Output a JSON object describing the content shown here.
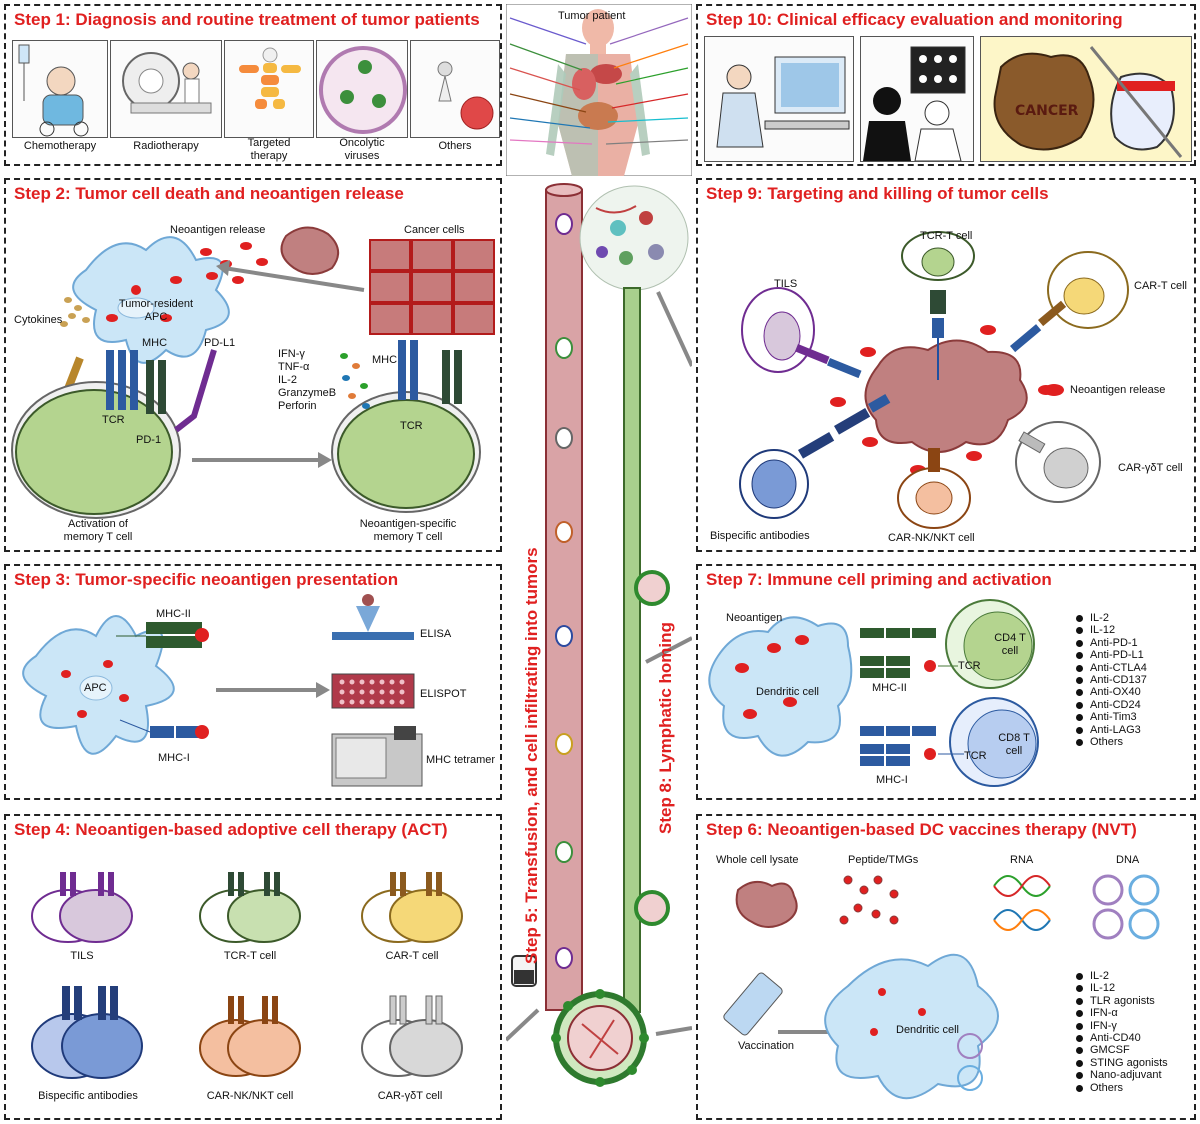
{
  "steps": {
    "s1": "Step 1: Diagnosis and routine treatment of tumor patients",
    "s2": "Step 2: Tumor cell death and neoantigen release",
    "s3": "Step 3: Tumor-specific neoantigen presentation",
    "s4": "Step 4: Neoantigen-based adoptive cell therapy (ACT)",
    "s5": "Step 5: Transfusion, and cell infiltrating into tumors",
    "s6": "Step 6: Neoantigen-based DC vaccines therapy (NVT)",
    "s7": "Step 7: Immune cell priming and activation",
    "s8": "Step 8: Lymphatic homing",
    "s9": "Step 9: Targeting and killing of tumor cells",
    "s10": "Step 10: Clinical efficacy evaluation and monitoring"
  },
  "step1": {
    "treatments": [
      "Chemotherapy",
      "Radiotherapy",
      "Targeted\ntherapy",
      "Oncolytic\nviruses",
      "Others"
    ]
  },
  "center": {
    "tumor_patient": "Tumor patient"
  },
  "step2": {
    "neoantigen_release": "Neoantigen release",
    "cancer_cells": "Cancer cells",
    "tumor_resident_apc": "Tumor-resident\nAPC",
    "cytokines": "Cytokines",
    "mhc_left": "MHC",
    "pdl1": "PD-L1",
    "tcr_left": "TCR",
    "pd1": "PD-1",
    "cytokine_list": "IFN-γ\nTNF-α\nIL-2\nGranzymeB\nPerforin",
    "mhc_right": "MHC",
    "tcr_right": "TCR",
    "activation": "Activation of\nmemory T cell",
    "neo_memory": "Neoantigen-specific\nmemory T cell"
  },
  "step3": {
    "mhc2": "MHC-II",
    "mhc1": "MHC-I",
    "apc": "APC",
    "elisa": "ELISA",
    "elispot": "ELISPOT",
    "tetramer": "MHC tetramer"
  },
  "step4": {
    "cells": [
      "TILS",
      "TCR-T cell",
      "CAR-T cell",
      "Bispecific antibodies",
      "CAR-NK/NKT cell",
      "CAR-γδT cell"
    ]
  },
  "step6": {
    "types": [
      "Whole cell lysate",
      "Peptide/TMGs",
      "RNA",
      "DNA"
    ],
    "vaccination": "Vaccination",
    "dc": "Dendritic cell",
    "adjuvants": [
      "IL-2",
      "IL-12",
      "TLR agonists",
      "IFN-α",
      "IFN-γ",
      "Anti-CD40",
      "GMCSF",
      "STING agonists",
      "Nano-adjuvant",
      "Others"
    ]
  },
  "step7": {
    "neoantigen": "Neoantigen",
    "dc": "Dendritic cell",
    "mhc2": "MHC-II",
    "mhc1": "MHC-I",
    "cd4": "CD4 T\ncell",
    "cd8": "CD8 T\ncell",
    "tcr1": "TCR",
    "tcr2": "TCR",
    "agents": [
      "IL-2",
      "IL-12",
      "Anti-PD-1",
      "Anti-PD-L1",
      "Anti-CTLA4",
      "Anti-CD137",
      "Anti-OX40",
      "Anti-CD24",
      "Anti-Tim3",
      "Anti-LAG3",
      "Others"
    ]
  },
  "step9": {
    "tcr_t": "TCR-T cell",
    "tils": "TILS",
    "car_t": "CAR-T cell",
    "neo_release": "Neoantigen release",
    "car_gdt": "CAR-γδT cell",
    "bispecific": "Bispecific antibodies",
    "car_nk": "CAR-NK/NKT cell"
  },
  "colors": {
    "title_red": "#e02020",
    "vessel": "#d9a3a6",
    "lymph": "#a8d08d",
    "t_cell_green": "#b4d48f",
    "tumor": "#c08080"
  }
}
